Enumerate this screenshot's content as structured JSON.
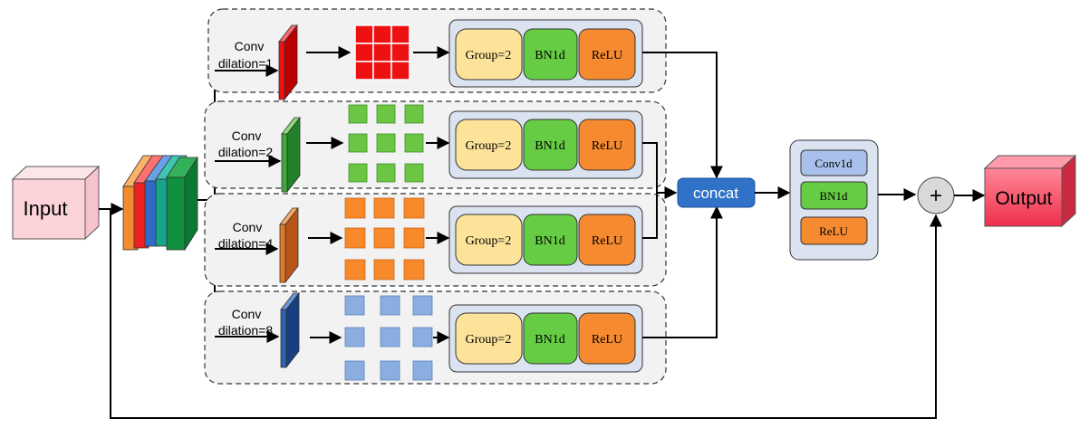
{
  "input": {
    "label": "Input"
  },
  "output": {
    "label": "Output"
  },
  "branches": [
    {
      "conv": "Conv",
      "dilation": "dilation=1",
      "group": "Group=2",
      "bn": "BN1d",
      "relu": "ReLU",
      "kernel_color": "#ee1111",
      "conv_color": "#ee1111"
    },
    {
      "conv": "Conv",
      "dilation": "dilation=2",
      "group": "Group=2",
      "bn": "BN1d",
      "relu": "ReLU",
      "kernel_color": "#6cc644",
      "conv_color": "#3ea83a"
    },
    {
      "conv": "Conv",
      "dilation": "dilation=4",
      "group": "Group=2",
      "bn": "BN1d",
      "relu": "ReLU",
      "kernel_color": "#f7892a",
      "conv_color": "#e07a24"
    },
    {
      "conv": "Conv",
      "dilation": "dilation=8",
      "group": "Group=2",
      "bn": "BN1d",
      "relu": "ReLU",
      "kernel_color": "#8aaee0",
      "conv_color": "#2f62b5"
    }
  ],
  "concat": {
    "label": "concat"
  },
  "head": {
    "conv": "Conv1d",
    "bn": "BN1d",
    "relu": "ReLU"
  },
  "add": {
    "symbol": "+"
  },
  "colors": {
    "group": "#fde39a",
    "bn": "#66cc44",
    "relu": "#f68a30",
    "concat": "#2f72c8",
    "panel": "#dbe3f0",
    "input": "#fbd3d9",
    "output": "#f2455f"
  }
}
